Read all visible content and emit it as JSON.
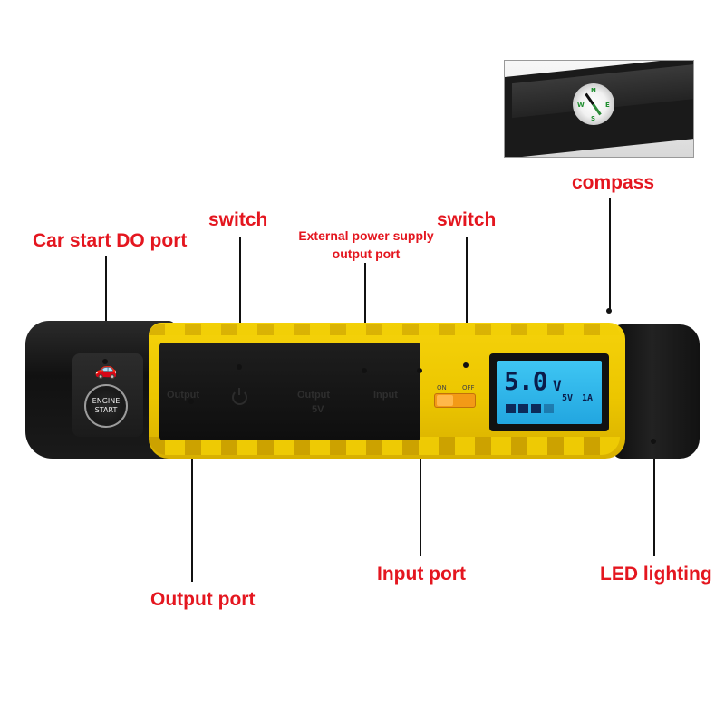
{
  "labels": {
    "compass": "compass",
    "car_start_port": "Car start DO port",
    "switch_left": "switch",
    "external_power": "External power supply",
    "external_power_line2": "output port",
    "switch_right": "switch",
    "input_port": "Input port",
    "led_lighting": "LED lighting",
    "output_port": "Output port"
  },
  "device": {
    "engine_start_line1": "ENGINE",
    "engine_start_line2": "START",
    "panel_output": "Output",
    "panel_output_center": "Output",
    "panel_output_center_sub": "5V",
    "panel_input": "Input",
    "switch_on": "ON",
    "switch_off": "OFF",
    "lcd_reading": "5.0",
    "lcd_unit_v": "V",
    "lcd_sub_v": "5V",
    "lcd_sub_a": "1A",
    "battery_level_fraction": 0.75
  },
  "compass_letters": {
    "n": "N",
    "e": "E",
    "s": "S",
    "w": "W"
  },
  "colors": {
    "label_red": "#e4161f",
    "yellow": "#ecc600",
    "lcd_blue": "#2fb6ea",
    "toggle_orange": "#f39a16"
  }
}
